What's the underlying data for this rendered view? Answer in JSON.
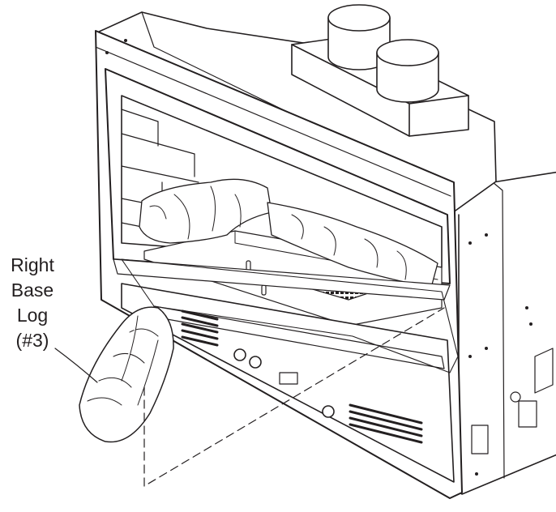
{
  "callout": {
    "lines": [
      "Right",
      "Base",
      "Log",
      "(#3)"
    ]
  },
  "colors": {
    "ink": "#231f20",
    "paper": "#ffffff",
    "shade": "#e6e6e6",
    "dark": "#3a3a3a"
  }
}
